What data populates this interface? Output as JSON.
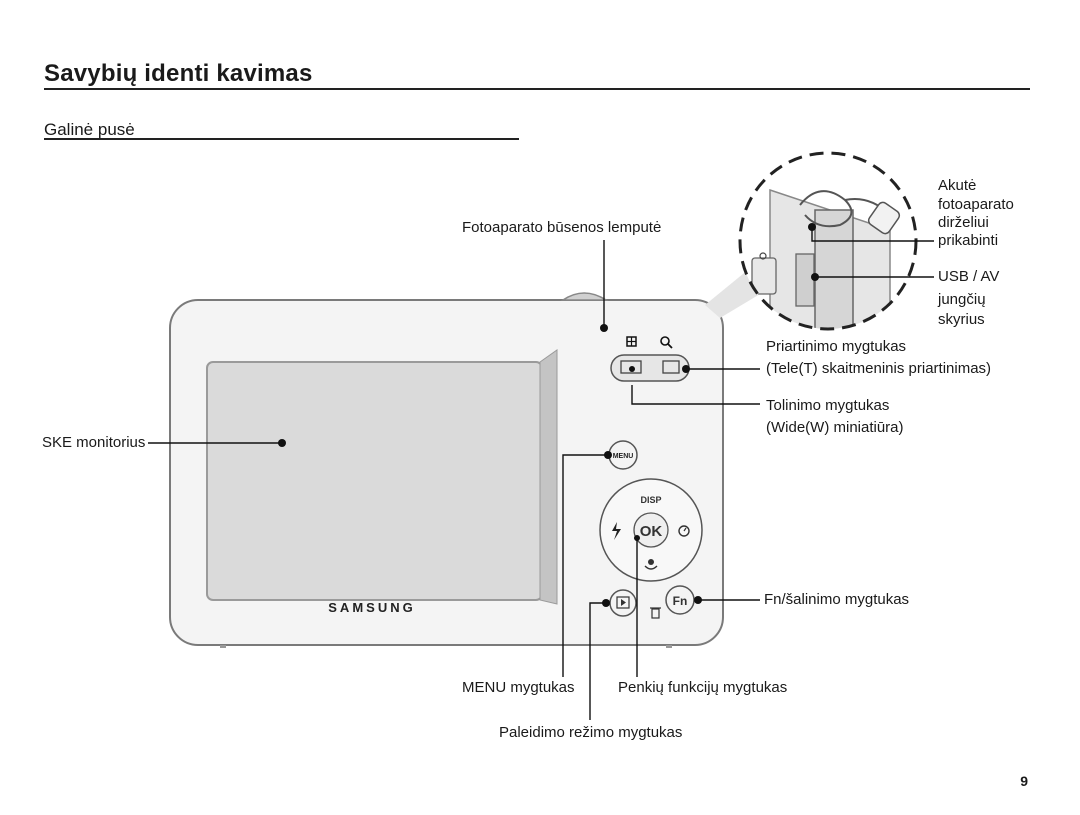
{
  "header": {
    "title": "Savybių identi kavimas",
    "subtitle": "Galinė pusė"
  },
  "labels": {
    "status_lamp": "Fotoaparato būsenos lemputė",
    "strap_eyelet": [
      "Akutė",
      "fotoaparato",
      "dirželiui",
      "prikabinti"
    ],
    "usb_av": [
      "USB / AV",
      "jungčių",
      "skyrius"
    ],
    "zoom_in": [
      "Priartinimo mygtukas",
      "(Tele(T) skaitmeninis priartinimas)"
    ],
    "zoom_out": [
      "Tolinimo mygtukas",
      "(Wide(W) miniatiūra)"
    ],
    "lcd_monitor": "SKE monitorius",
    "fn_delete": "Fn/šalinimo mygtukas",
    "menu_button": "MENU mygtukas",
    "five_function": "Penkių funkcijų mygtukas",
    "playback": "Paleidimo režimo mygtukas"
  },
  "camera": {
    "brand": "SAMSUNG",
    "buttons": {
      "menu": "MENU",
      "disp": "DISP",
      "ok": "OK",
      "fn": "Fn"
    }
  },
  "page_number": "9",
  "colors": {
    "ink": "#1a1a1a",
    "camera_body": "#f3f3f3",
    "screen": "#d8d8d8",
    "callout_bg": "#e2e2e2"
  }
}
